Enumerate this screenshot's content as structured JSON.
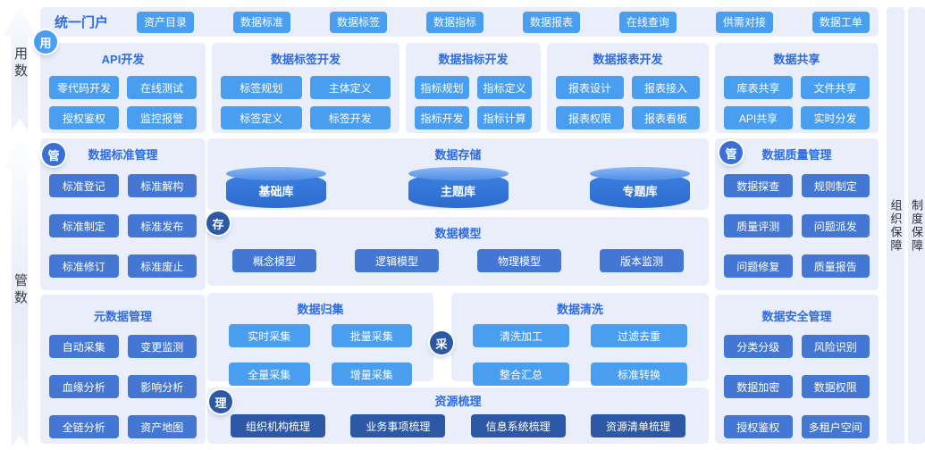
{
  "colors": {
    "panel_bg": "#e9eefa",
    "azure_button": "#4a9ef0",
    "royal_button": "#4477d3",
    "navy_button": "#2c58a6",
    "title_blue": "#2e6be0",
    "cylinder_blue": "#2f74d8",
    "rail_text": "#3b4047"
  },
  "rails": {
    "left_top": "用数",
    "left_bottom": "管数",
    "right_first": "组织保障",
    "right_second": "制度保障"
  },
  "badges": {
    "use": "用",
    "govern": "管",
    "store": "存",
    "collect": "采",
    "organize": "理"
  },
  "portal": {
    "title": "统一门户",
    "items": [
      "资产目录",
      "数据标准",
      "数据标签",
      "数据指标",
      "数据报表",
      "在线查询",
      "供需对接",
      "数据工单"
    ]
  },
  "dev_row": [
    {
      "title": "API开发",
      "items": [
        "零代码开发",
        "在线测试",
        "授权鉴权",
        "监控报警"
      ]
    },
    {
      "title": "数据标签开发",
      "items": [
        "标签规划",
        "主体定义",
        "标签定义",
        "标签开发"
      ]
    },
    {
      "title": "数据指标开发",
      "items": [
        "指标规划",
        "指标定义",
        "指标开发",
        "指标计算"
      ]
    },
    {
      "title": "数据报表开发",
      "items": [
        "报表设计",
        "报表接入",
        "报表权限",
        "报表看板"
      ]
    },
    {
      "title": "数据共享",
      "items": [
        "库表共享",
        "文件共享",
        "API共享",
        "实时分发"
      ]
    }
  ],
  "standard": {
    "title": "数据标准管理",
    "items": [
      "标准登记",
      "标准解构",
      "标准制定",
      "标准发布",
      "标准修订",
      "标准废止"
    ]
  },
  "metadata": {
    "title": "元数据管理",
    "items": [
      "自动采集",
      "变更监测",
      "血缘分析",
      "影响分析",
      "全链分析",
      "资产地图"
    ]
  },
  "storage": {
    "title": "数据存储",
    "cylinders": [
      "基础库",
      "主题库",
      "专题库"
    ]
  },
  "model": {
    "title": "数据模型",
    "items": [
      "概念模型",
      "逻辑模型",
      "物理模型",
      "版本监测"
    ]
  },
  "collect": {
    "title": "数据归集",
    "items": [
      "实时采集",
      "批量采集",
      "全量采集",
      "增量采集"
    ]
  },
  "clean": {
    "title": "数据清洗",
    "items": [
      "清洗加工",
      "过滤去重",
      "整合汇总",
      "标准转换"
    ]
  },
  "resource": {
    "title": "资源梳理",
    "items": [
      "组织机构梳理",
      "业务事项梳理",
      "信息系统梳理",
      "资源清单梳理"
    ]
  },
  "quality": {
    "title": "数据质量管理",
    "items": [
      "数据探查",
      "规则制定",
      "质量评测",
      "问题派发",
      "问题修复",
      "质量报告"
    ]
  },
  "security": {
    "title": "数据安全管理",
    "items": [
      "分类分级",
      "风险识别",
      "数据加密",
      "数据权限",
      "授权鉴权",
      "多租户空间"
    ]
  }
}
